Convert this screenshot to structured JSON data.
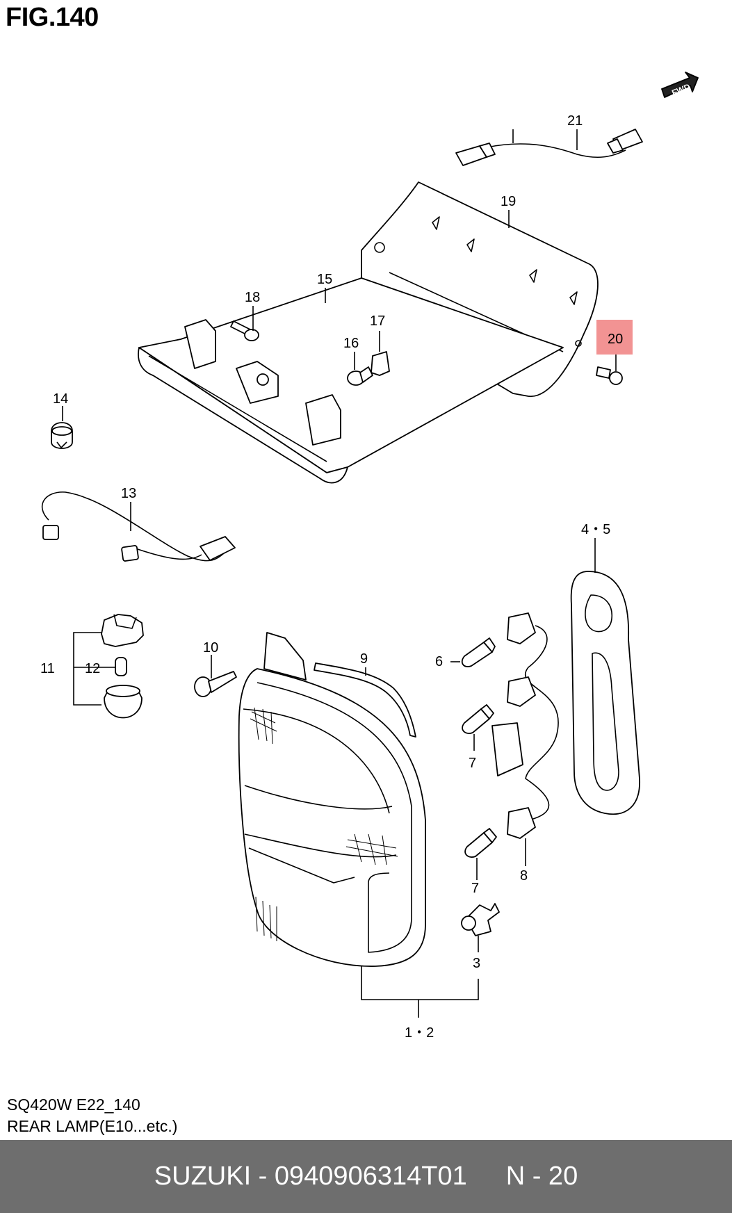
{
  "figure": {
    "title": "FIG.140"
  },
  "callouts": {
    "c21": "21",
    "c19": "19",
    "c20": "20",
    "c15": "15",
    "c18": "18",
    "c17": "17",
    "c16": "16",
    "c14": "14",
    "c13": "13",
    "c45": "4・5",
    "c10": "10",
    "c9": "9",
    "c6": "6",
    "c11": "11",
    "c12": "12",
    "c7a": "7",
    "c7b": "7",
    "c8": "8",
    "c3": "3",
    "c12b": "1・2"
  },
  "highlight": {
    "callout": "20",
    "color": "#f08080"
  },
  "direction_badge": "FWD",
  "caption": {
    "code": "SQ420W E22_140",
    "title": "REAR LAMP(E10...etc.)"
  },
  "footer": {
    "part": "SUZUKI - 0940906314T01",
    "ref": "N - 20",
    "background": "#6e6e6e",
    "color": "#ffffff"
  }
}
